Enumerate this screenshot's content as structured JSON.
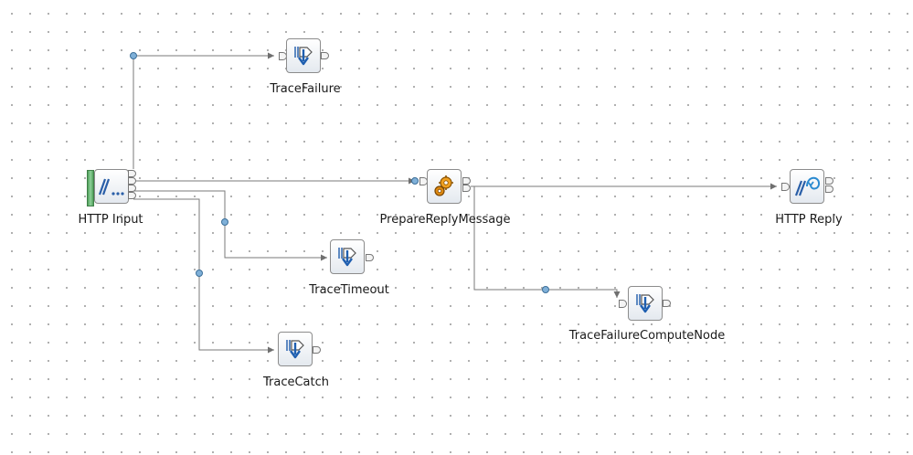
{
  "diagram": {
    "nodes": [
      {
        "id": "http-input",
        "label": "HTTP Input",
        "icon": "http-input-icon"
      },
      {
        "id": "trace-failure",
        "label": "TraceFailure",
        "icon": "trace-icon"
      },
      {
        "id": "prepare-reply",
        "label": "PrepareReplyMessage",
        "icon": "compute-gears-icon"
      },
      {
        "id": "http-reply",
        "label": "HTTP Reply",
        "icon": "http-reply-icon"
      },
      {
        "id": "trace-timeout",
        "label": "TraceTimeout",
        "icon": "trace-icon"
      },
      {
        "id": "trace-failure-compute",
        "label": "TraceFailureComputeNode",
        "icon": "trace-icon"
      },
      {
        "id": "trace-catch",
        "label": "TraceCatch",
        "icon": "trace-icon"
      }
    ],
    "connections": [
      {
        "from": "http-input",
        "to": "trace-failure"
      },
      {
        "from": "http-input",
        "to": "prepare-reply"
      },
      {
        "from": "http-input",
        "to": "trace-timeout"
      },
      {
        "from": "http-input",
        "to": "trace-catch"
      },
      {
        "from": "prepare-reply",
        "to": "http-reply"
      },
      {
        "from": "prepare-reply",
        "to": "trace-failure-compute"
      }
    ]
  }
}
